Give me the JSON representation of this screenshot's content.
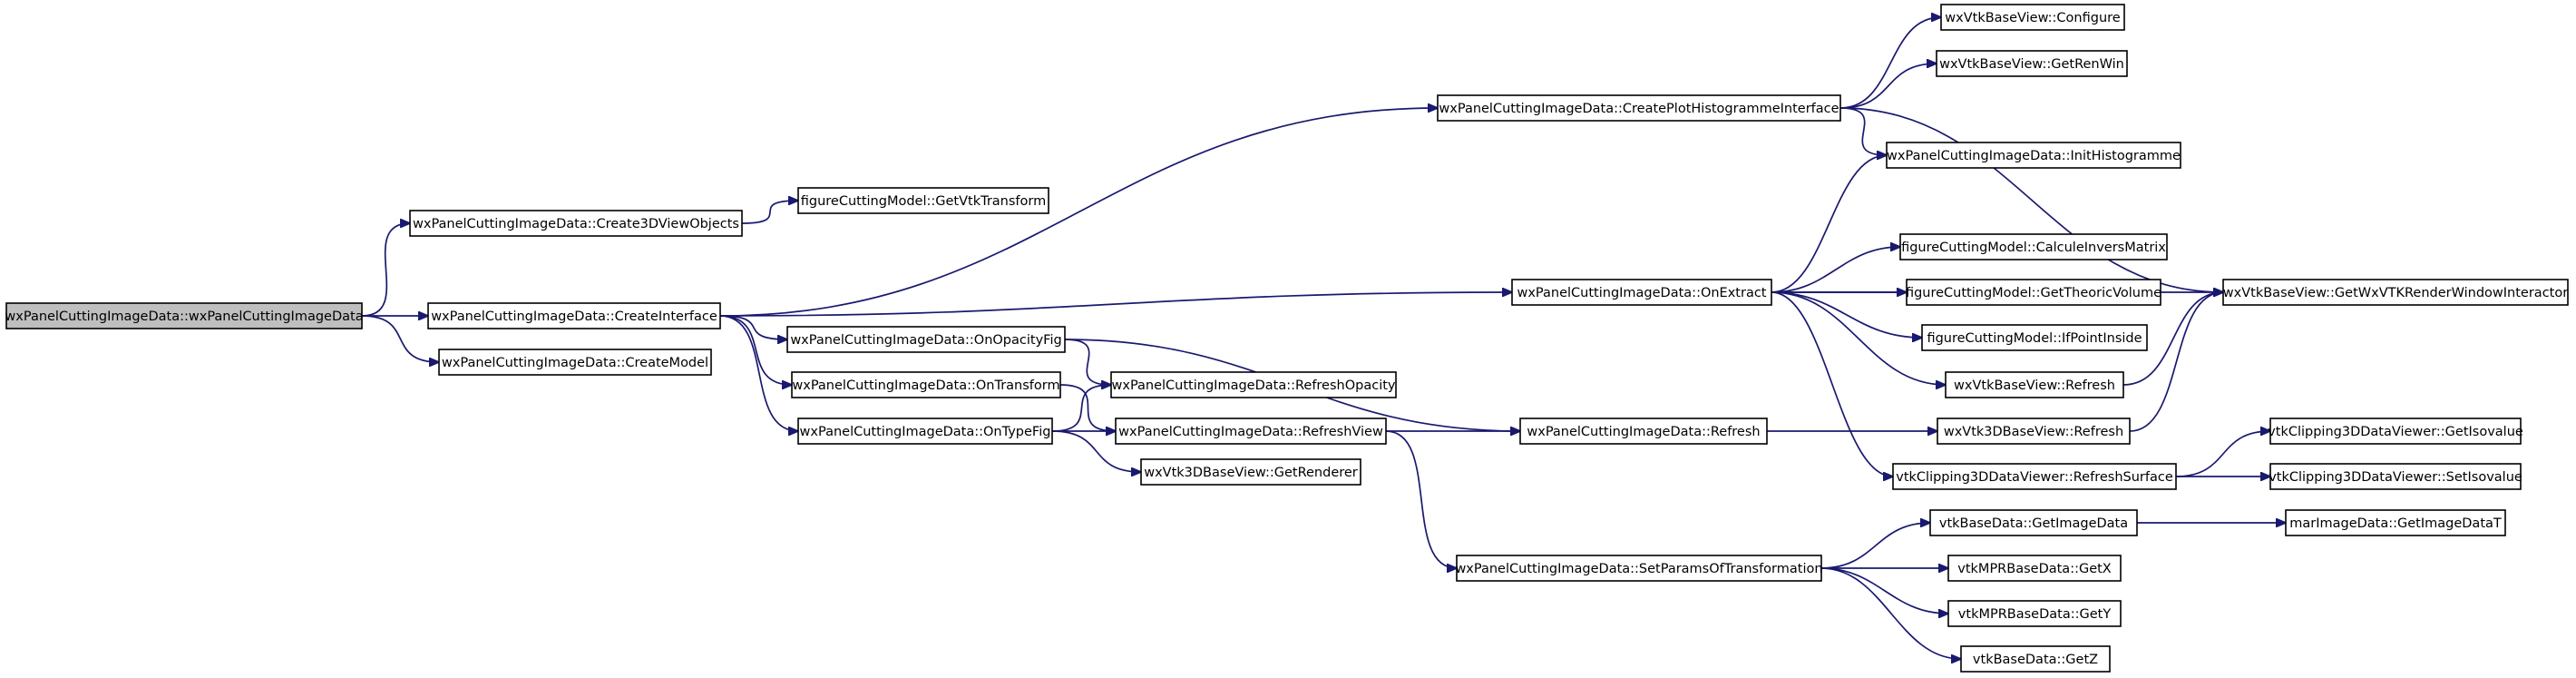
{
  "colors": {
    "edge": "#191970",
    "root_fill": "#bfbfbf",
    "node_fill": "#ffffff",
    "node_stroke": "#000000"
  },
  "nodes": {
    "root": {
      "label": "wxPanelCuttingImageData::wxPanelCuttingImageData"
    },
    "c3d": {
      "label": "wxPanelCuttingImageData::Create3DViewObjects"
    },
    "gvt": {
      "label": "figureCuttingModel::GetVtkTransform"
    },
    "ci": {
      "label": "wxPanelCuttingImageData::CreateInterface"
    },
    "cm": {
      "label": "wxPanelCuttingImageData::CreateModel"
    },
    "oof": {
      "label": "wxPanelCuttingImageData::OnOpacityFig"
    },
    "ot": {
      "label": "wxPanelCuttingImageData::OnTransform"
    },
    "otf": {
      "label": "wxPanelCuttingImageData::OnTypeFig"
    },
    "ro": {
      "label": "wxPanelCuttingImageData::RefreshOpacity"
    },
    "rv": {
      "label": "wxPanelCuttingImageData::RefreshView"
    },
    "gr": {
      "label": "wxVtk3DBaseView::GetRenderer"
    },
    "cphi": {
      "label": "wxPanelCuttingImageData::CreatePlotHistogrammeInterface"
    },
    "oe": {
      "label": "wxPanelCuttingImageData::OnExtract"
    },
    "ref": {
      "label": "wxPanelCuttingImageData::Refresh"
    },
    "spot": {
      "label": "wxPanelCuttingImageData::SetParamsOfTransformation"
    },
    "conf": {
      "label": "wxVtkBaseView::Configure"
    },
    "grw": {
      "label": "wxVtkBaseView::GetRenWin"
    },
    "ih": {
      "label": "wxPanelCuttingImageData::InitHistogramme"
    },
    "cim": {
      "label": "figureCuttingModel::CalculeInversMatrix"
    },
    "gtv": {
      "label": "figureCuttingModel::GetTheoricVolume"
    },
    "ipi": {
      "label": "figureCuttingModel::IfPointInside"
    },
    "vbr": {
      "label": "wxVtkBaseView::Refresh"
    },
    "v3r": {
      "label": "wxVtk3DBaseView::Refresh"
    },
    "rs": {
      "label": "vtkClipping3DDataViewer::RefreshSurface"
    },
    "gid": {
      "label": "vtkBaseData::GetImageData"
    },
    "gx": {
      "label": "vtkMPRBaseData::GetX"
    },
    "gy": {
      "label": "vtkMPRBaseData::GetY"
    },
    "gz": {
      "label": "vtkBaseData::GetZ"
    },
    "gwx": {
      "label": "wxVtkBaseView::GetWxVTKRenderWindowInteractor"
    },
    "giso": {
      "label": "vtkClipping3DDataViewer::GetIsovalue"
    },
    "siso": {
      "label": "vtkClipping3DDataViewer::SetIsovalue"
    },
    "gidt": {
      "label": "marImageData::GetImageDataT"
    }
  },
  "edges": [
    [
      "root",
      "c3d"
    ],
    [
      "root",
      "ci"
    ],
    [
      "root",
      "cm"
    ],
    [
      "c3d",
      "gvt"
    ],
    [
      "ci",
      "cphi"
    ],
    [
      "ci",
      "oe"
    ],
    [
      "ci",
      "oof"
    ],
    [
      "ci",
      "ot"
    ],
    [
      "ci",
      "otf"
    ],
    [
      "cphi",
      "conf"
    ],
    [
      "cphi",
      "grw"
    ],
    [
      "cphi",
      "ih"
    ],
    [
      "cphi",
      "gwx"
    ],
    [
      "oe",
      "ih"
    ],
    [
      "oe",
      "gwx"
    ],
    [
      "oe",
      "cim"
    ],
    [
      "oe",
      "gtv"
    ],
    [
      "oe",
      "ipi"
    ],
    [
      "oe",
      "vbr"
    ],
    [
      "oe",
      "rs"
    ],
    [
      "oof",
      "ro"
    ],
    [
      "oof",
      "ref"
    ],
    [
      "ot",
      "rv"
    ],
    [
      "otf",
      "ro"
    ],
    [
      "otf",
      "rv"
    ],
    [
      "otf",
      "gr"
    ],
    [
      "rv",
      "ref"
    ],
    [
      "rv",
      "spot"
    ],
    [
      "ref",
      "v3r"
    ],
    [
      "vbr",
      "gwx"
    ],
    [
      "v3r",
      "gwx"
    ],
    [
      "rs",
      "giso"
    ],
    [
      "rs",
      "siso"
    ],
    [
      "spot",
      "gid"
    ],
    [
      "spot",
      "gx"
    ],
    [
      "spot",
      "gy"
    ],
    [
      "spot",
      "gz"
    ],
    [
      "gid",
      "gidt"
    ]
  ]
}
